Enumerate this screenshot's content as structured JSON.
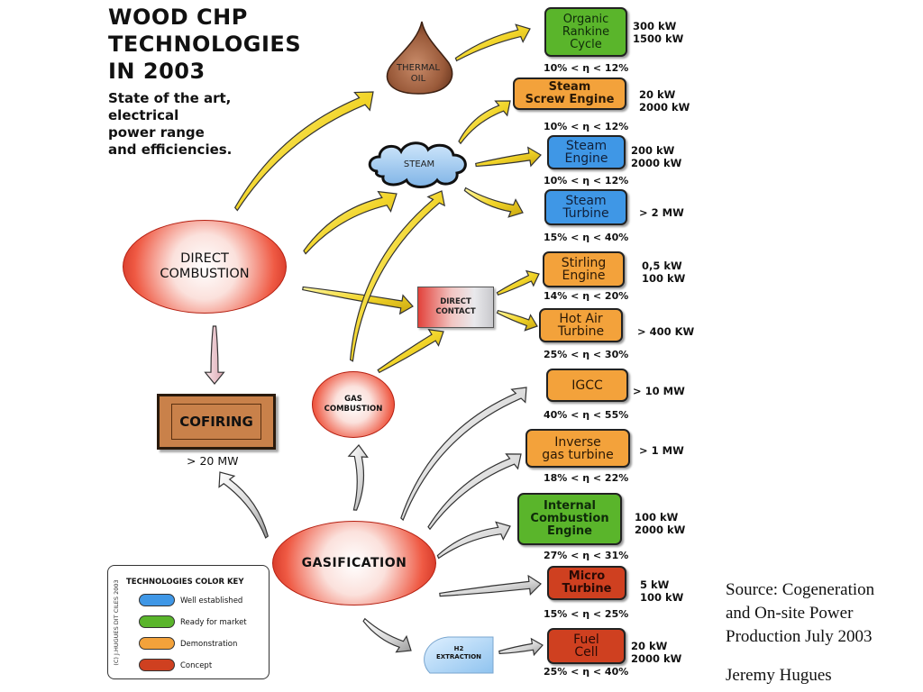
{
  "title": {
    "line1": "WOOD CHP",
    "line2": "TECHNOLOGIES",
    "line3": "IN 2003"
  },
  "subtitle": {
    "line1": "State of the art,",
    "line2": "electrical",
    "line3": "power range",
    "line4": "and efficiencies."
  },
  "nodes": {
    "thermal_oil": "THERMAL\nOIL",
    "steam": "STEAM",
    "direct_combustion": "DIRECT\nCOMBUSTION",
    "direct_contact": "DIRECT\nCONTACT",
    "gas_combustion": "GAS\nCOMBUSTION",
    "cofiring": "COFIRING",
    "cofiring_power": "> 20 MW",
    "gasification": "GASIFICATION",
    "h2_extraction": "H2\nEXTRACTION"
  },
  "technologies": [
    {
      "name": "Organic\nRankine\nCycle",
      "maturity": "Ready for market",
      "power": "300 kW\n1500 kW",
      "efficiency": "10% < η < 12%"
    },
    {
      "name": "Steam\nScrew Engine",
      "maturity": "Demonstration",
      "power": "20 kW\n2000 kW",
      "efficiency": "10% < η < 12%"
    },
    {
      "name": "Steam\nEngine",
      "maturity": "Well established",
      "power": "200 kW\n2000 kW",
      "efficiency": "10% < η < 12%"
    },
    {
      "name": "Steam\nTurbine",
      "maturity": "Well established",
      "power": "> 2 MW",
      "efficiency": "15% < η < 40%"
    },
    {
      "name": "Stirling\nEngine",
      "maturity": "Demonstration",
      "power": "0,5 kW\n100 kW",
      "efficiency": "14% < η < 20%"
    },
    {
      "name": "Hot Air\nTurbine",
      "maturity": "Demonstration",
      "power": "> 400 KW",
      "efficiency": "25% < η < 30%"
    },
    {
      "name": "IGCC",
      "maturity": "Demonstration",
      "power": "> 10 MW",
      "efficiency": "40% < η < 55%"
    },
    {
      "name": "Inverse\ngas turbine",
      "maturity": "Demonstration",
      "power": "> 1 MW",
      "efficiency": "18% < η < 22%"
    },
    {
      "name": "Internal\nCombustion\nEngine",
      "maturity": "Ready for market",
      "power": "100 kW\n2000 kW",
      "efficiency": "27% < η < 31%"
    },
    {
      "name": "Micro\nTurbine",
      "maturity": "Concept",
      "power": "5 kW\n100 kW",
      "efficiency": "15% < η < 25%"
    },
    {
      "name": "Fuel\nCell",
      "maturity": "Concept",
      "power": "20 kW\n2000 kW",
      "efficiency": "25% < η < 40%"
    }
  ],
  "legend": {
    "title": "TECHNOLOGIES COLOR KEY",
    "copyright": "(C) J.HUGUES DIT CILES 2003",
    "items": [
      {
        "label": "Well established",
        "color": "#3f97e6"
      },
      {
        "label": "Ready for market",
        "color": "#5ab52b"
      },
      {
        "label": "Demonstration",
        "color": "#f3a23b"
      },
      {
        "label": "Concept",
        "color": "#cf4020"
      }
    ]
  },
  "source": {
    "line1": "Source: Cogeneration",
    "line2": "and On-site Power",
    "line3": "Production July 2003",
    "author": "Jeremy Hugues"
  }
}
